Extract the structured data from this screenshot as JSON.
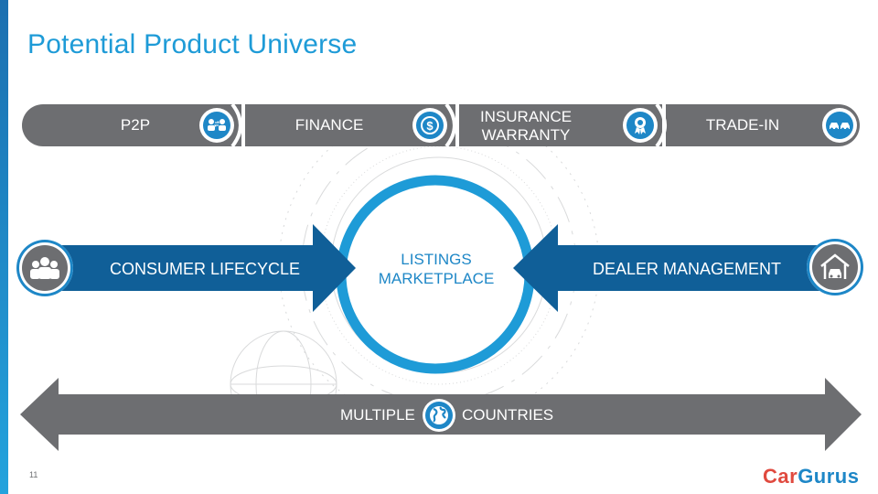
{
  "slide": {
    "title": "Potential Product Universe",
    "page_number": "11"
  },
  "top_bar": {
    "items": [
      {
        "label": "P2P",
        "icon": "people-exchange-icon"
      },
      {
        "label": "FINANCE",
        "icon": "dollar-coin-icon"
      },
      {
        "label_line1": "INSURANCE",
        "label_line2": "WARRANTY",
        "icon": "award-ribbon-icon"
      },
      {
        "label": "TRADE-IN",
        "icon": "cars-swap-icon"
      }
    ]
  },
  "left_arrow": {
    "label": "CONSUMER LIFECYCLE",
    "icon": "group-people-icon"
  },
  "right_arrow": {
    "label": "DEALER MANAGEMENT",
    "icon": "dealer-house-car-icon"
  },
  "center": {
    "line1": "LISTINGS",
    "line2": "MARKETPLACE"
  },
  "bottom_arrow": {
    "left_label": "MULTIPLE",
    "right_label": "COUNTRIES",
    "icon": "globe-icon"
  },
  "logo": {
    "part1": "Car",
    "part2": "Gurus"
  },
  "colors": {
    "accent_blue": "#1e87c7",
    "title_blue": "#1e9bd7",
    "dark_blue": "#105f98",
    "gray": "#6d6e71"
  }
}
